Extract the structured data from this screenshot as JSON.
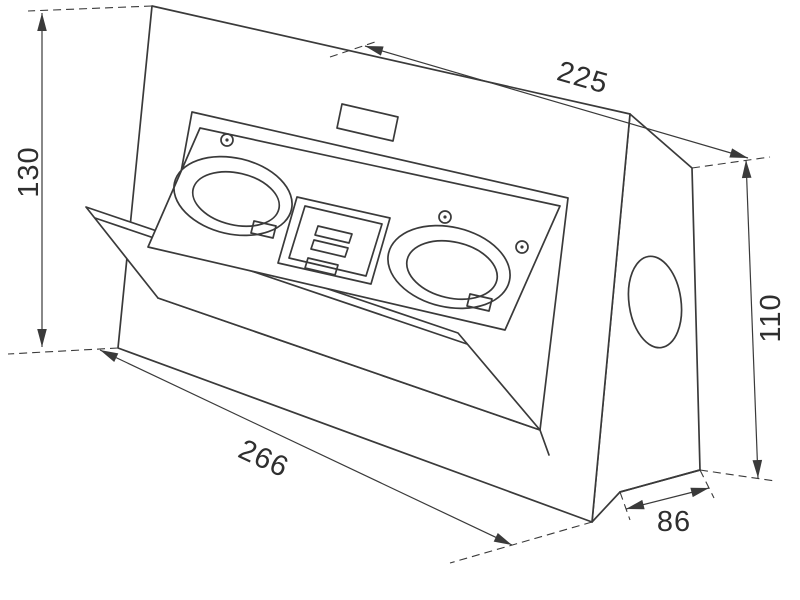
{
  "colors": {
    "line": "#3a3a3a",
    "text": "#2f2f2f",
    "background": "#ffffff"
  },
  "dimensions": {
    "top_width": "225",
    "left_height": "130",
    "right_height": "110",
    "bottom_width": "266",
    "side_depth": "86"
  }
}
